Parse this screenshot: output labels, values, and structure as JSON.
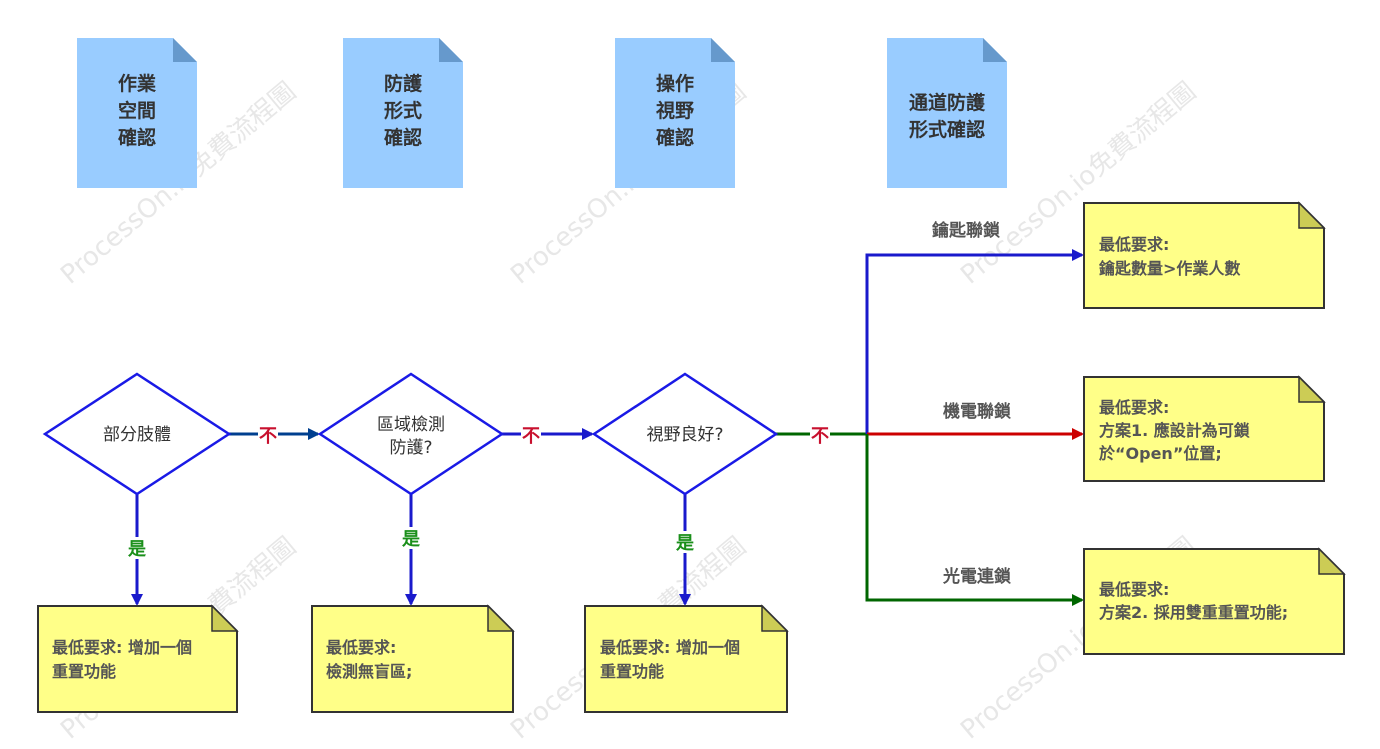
{
  "watermark": "ProcessOn.io免費流程圖",
  "doc_boxes": [
    {
      "id": "doc1",
      "lines": [
        "作業",
        "空間",
        "確認"
      ]
    },
    {
      "id": "doc2",
      "lines": [
        "防護",
        "形式",
        "確認"
      ]
    },
    {
      "id": "doc3",
      "lines": [
        "操作",
        "視野",
        "確認"
      ]
    },
    {
      "id": "doc4",
      "lines": [
        "通道防護",
        "形式確認"
      ]
    }
  ],
  "decisions": [
    {
      "id": "d1",
      "lines": [
        "部分肢體"
      ]
    },
    {
      "id": "d2",
      "lines": [
        "區域檢測",
        "防護?"
      ]
    },
    {
      "id": "d3",
      "lines": [
        "視野良好?"
      ]
    }
  ],
  "edge_labels": {
    "no1": "不",
    "no2": "不",
    "no3": "不",
    "yes1": "是",
    "yes2": "是",
    "yes3": "是"
  },
  "branches": {
    "key": "鑰匙聯鎖",
    "electromech": "機電聯鎖",
    "photo": "光電連鎖"
  },
  "notes": [
    {
      "id": "n_key",
      "lines": [
        "最低要求:",
        "鑰匙數量>作業人數"
      ]
    },
    {
      "id": "n_electromech",
      "lines": [
        "最低要求:",
        "方案1. 應設計為可鎖",
        "於“Open”位置;"
      ]
    },
    {
      "id": "n_photo",
      "lines": [
        "最低要求:",
        "方案2. 採用雙重重置功能;"
      ]
    },
    {
      "id": "n1",
      "lines": [
        "最低要求:   增加一個",
        "重置功能"
      ]
    },
    {
      "id": "n2",
      "lines": [
        "最低要求:",
        "檢測無盲區;"
      ]
    },
    {
      "id": "n3",
      "lines": [
        "最低要求:   增加一個",
        "重置功能"
      ]
    }
  ],
  "colors": {
    "doc_fill": "#99ccff",
    "doc_fold": "#6699cc",
    "note_fill": "#ffff88",
    "note_stroke": "#333333",
    "diamond_stroke": "#1a1ae6",
    "flow_blue": "#1a1acc",
    "flow_dark_blue": "#003f8f",
    "flow_red": "#cc0000",
    "flow_green": "#006600"
  }
}
